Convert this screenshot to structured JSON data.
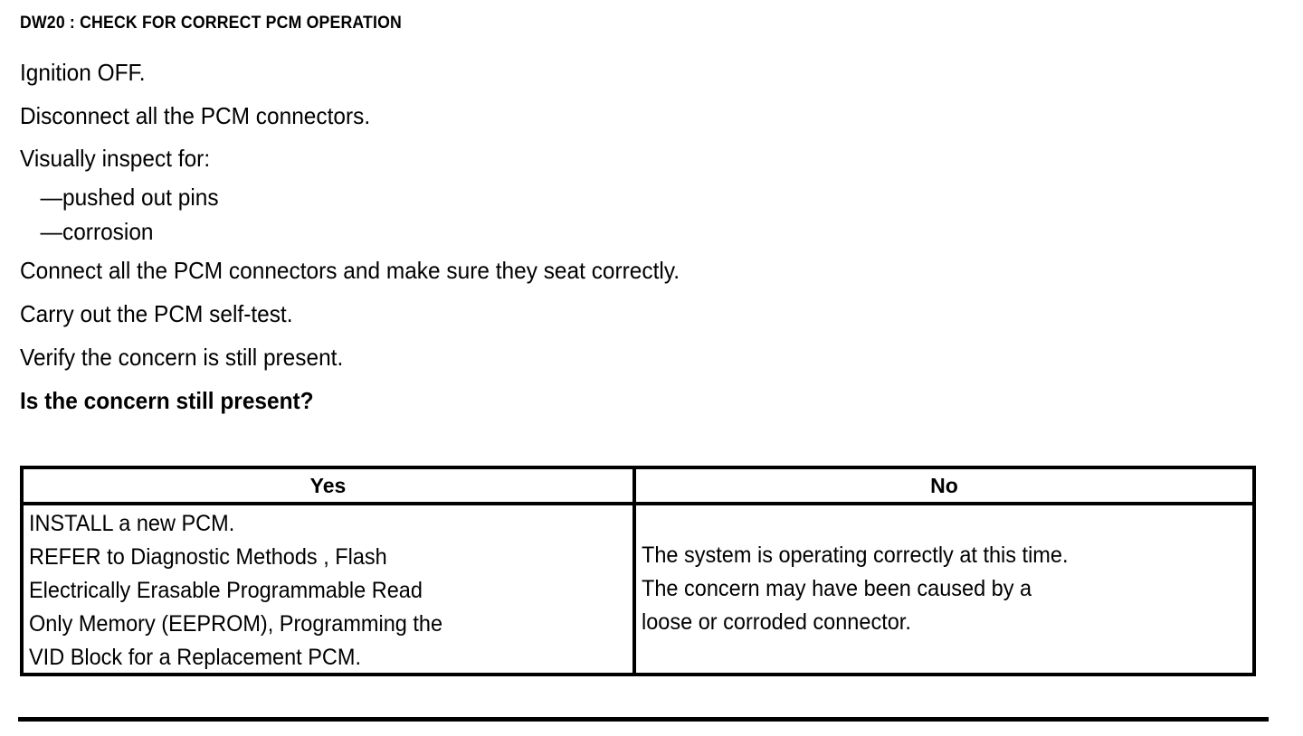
{
  "document": {
    "step_title": "DW20 : CHECK FOR CORRECT PCM OPERATION",
    "instructions": [
      {
        "text": "Ignition OFF.",
        "style": "normal"
      },
      {
        "text": "Disconnect all the PCM connectors.",
        "style": "normal"
      },
      {
        "text": "Visually inspect for:",
        "style": "normal"
      },
      {
        "text": "—pushed out pins",
        "style": "sub"
      },
      {
        "text": "—corrosion",
        "style": "sub"
      },
      {
        "text": "Connect all the PCM connectors and make sure they seat correctly.",
        "style": "normal"
      },
      {
        "text": "Carry out the PCM self-test.",
        "style": "normal"
      },
      {
        "text": "Verify the concern is still present.",
        "style": "normal"
      },
      {
        "text": "Is the concern still present?",
        "style": "bold"
      }
    ],
    "decision_table": {
      "headers": {
        "yes": "Yes",
        "no": "No"
      },
      "yes_cell_lines": [
        "INSTALL a new PCM.",
        "REFER to Diagnostic Methods , Flash",
        "Electrically Erasable Programmable Read",
        "Only Memory  (EEPROM), Programming the",
        "VID Block for a Replacement PCM."
      ],
      "no_cell_lines": [
        "The system is operating correctly at this time.",
        "The concern may have been caused by a",
        "loose or corroded connector."
      ]
    },
    "colors": {
      "ink": "#000000",
      "paper": "#ffffff"
    }
  }
}
